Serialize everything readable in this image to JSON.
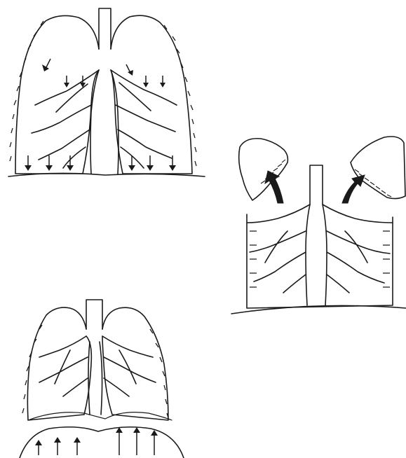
{
  "diagram": {
    "panels": [
      {
        "id": "inspiration",
        "arrow_direction": "down",
        "arrow_count_left": 3,
        "arrow_count_right": 3
      },
      {
        "id": "lungs-lifted-out",
        "arrow_direction": "up-out",
        "arrow_count": 2
      },
      {
        "id": "expiration",
        "arrow_direction": "up",
        "arrow_count_left": 3,
        "arrow_count_right": 3
      }
    ],
    "colors": {
      "ink": "#1a1a1a",
      "background": "#ffffff"
    }
  }
}
